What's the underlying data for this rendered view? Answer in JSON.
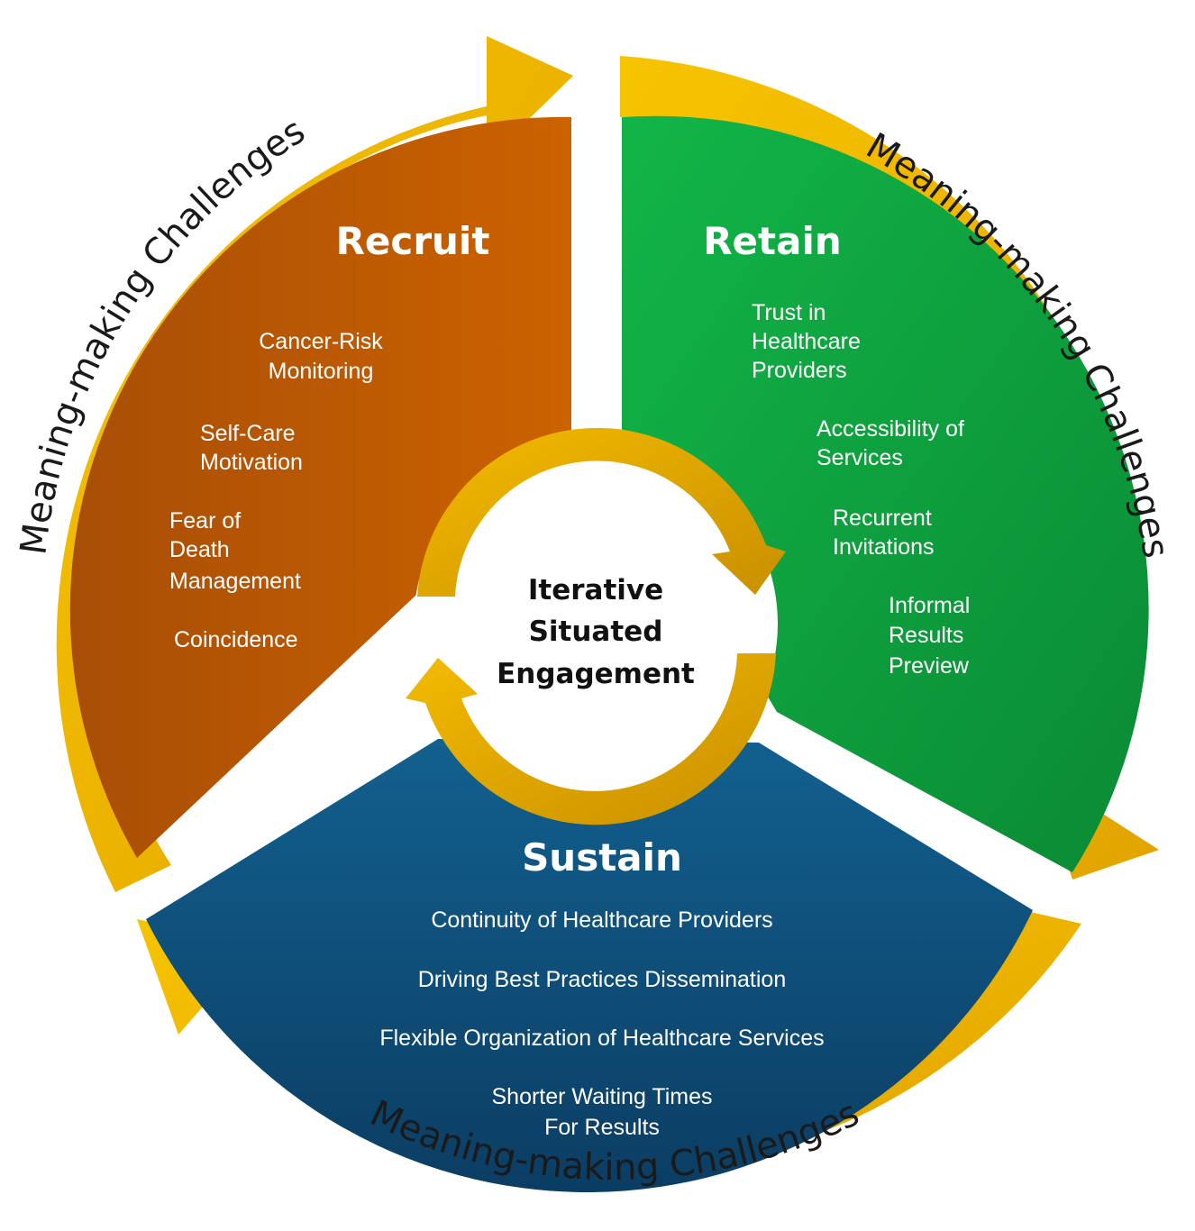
{
  "colors": {
    "ring": "#f2b800",
    "recruit": "#c25d00",
    "retain": "#0fa13e",
    "sustain": "#0e4e7a"
  },
  "center": {
    "lines": [
      "Iterative",
      "Situated",
      "Engagement"
    ]
  },
  "ring": {
    "label_recruit": "Meaning-making Challenges",
    "label_retain": "Meaning-making Challenges",
    "label_sustain": "Meaning-making Challenges"
  },
  "segments": {
    "recruit": {
      "title": "Recruit",
      "items": [
        [
          "Cancer-Risk",
          "Monitoring"
        ],
        [
          "Self-Care",
          "Motivation"
        ],
        [
          "Fear of",
          "Death",
          "Management"
        ],
        [
          "Coincidence"
        ]
      ]
    },
    "retain": {
      "title": "Retain",
      "items": [
        [
          "Trust in",
          "Healthcare",
          "Providers"
        ],
        [
          "Accessibility of",
          "Services"
        ],
        [
          "Recurrent",
          "Invitations"
        ],
        [
          "Informal",
          "Results",
          "Preview"
        ]
      ]
    },
    "sustain": {
      "title": "Sustain",
      "items": [
        [
          "Continuity of Healthcare Providers"
        ],
        [
          "Driving Best Practices Dissemination"
        ],
        [
          "Flexible Organization of Healthcare Services"
        ],
        [
          "Shorter Waiting Times",
          "For Results"
        ]
      ]
    }
  }
}
